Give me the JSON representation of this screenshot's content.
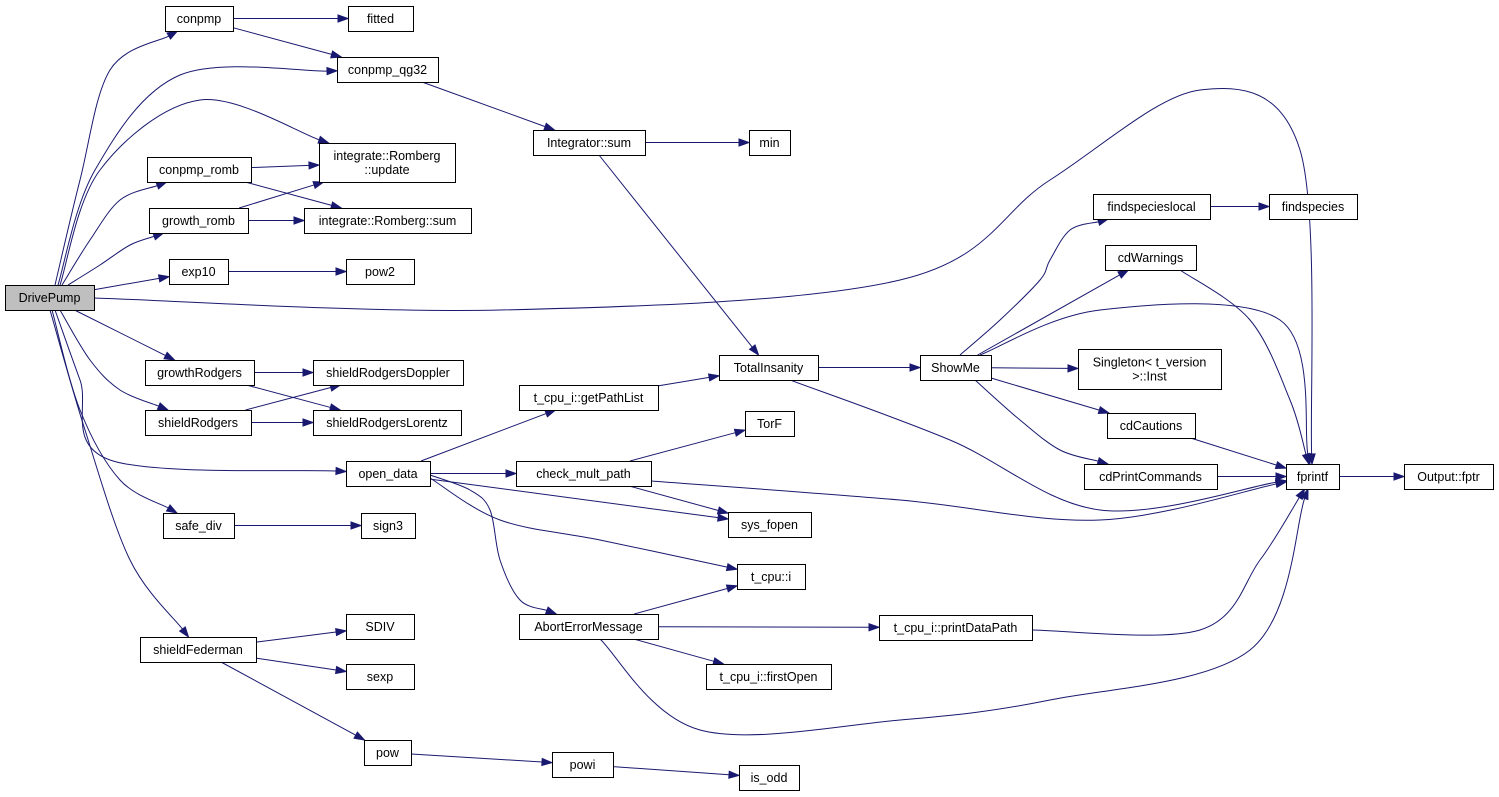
{
  "graph": {
    "nodes": [
      {
        "id": "DrivePump",
        "lines": [
          "DrivePump"
        ],
        "root": true
      },
      {
        "id": "conpmp",
        "lines": [
          "conpmp"
        ]
      },
      {
        "id": "fitted",
        "lines": [
          "fitted"
        ]
      },
      {
        "id": "conpmp_qg32",
        "lines": [
          "conpmp_qg32"
        ]
      },
      {
        "id": "integrate_Romberg_update",
        "lines": [
          "integrate::Romberg",
          "::update"
        ]
      },
      {
        "id": "conpmp_romb",
        "lines": [
          "conpmp_romb"
        ]
      },
      {
        "id": "growth_romb",
        "lines": [
          "growth_romb"
        ]
      },
      {
        "id": "integrate_Romberg_sum",
        "lines": [
          "integrate::Romberg::sum"
        ]
      },
      {
        "id": "exp10",
        "lines": [
          "exp10"
        ]
      },
      {
        "id": "pow2",
        "lines": [
          "pow2"
        ]
      },
      {
        "id": "growthRodgers",
        "lines": [
          "growthRodgers"
        ]
      },
      {
        "id": "shieldRodgersDoppler",
        "lines": [
          "shieldRodgersDoppler"
        ]
      },
      {
        "id": "shieldRodgers",
        "lines": [
          "shieldRodgers"
        ]
      },
      {
        "id": "shieldRodgersLorentz",
        "lines": [
          "shieldRodgersLorentz"
        ]
      },
      {
        "id": "open_data",
        "lines": [
          "open_data"
        ]
      },
      {
        "id": "safe_div",
        "lines": [
          "safe_div"
        ]
      },
      {
        "id": "sign3",
        "lines": [
          "sign3"
        ]
      },
      {
        "id": "shieldFederman",
        "lines": [
          "shieldFederman"
        ]
      },
      {
        "id": "SDIV",
        "lines": [
          "SDIV"
        ]
      },
      {
        "id": "sexp",
        "lines": [
          "sexp"
        ]
      },
      {
        "id": "pow",
        "lines": [
          "pow"
        ]
      },
      {
        "id": "powi",
        "lines": [
          "powi"
        ]
      },
      {
        "id": "is_odd",
        "lines": [
          "is_odd"
        ]
      },
      {
        "id": "Integrator_sum",
        "lines": [
          "Integrator::sum"
        ]
      },
      {
        "id": "min",
        "lines": [
          "min"
        ]
      },
      {
        "id": "TotalInsanity",
        "lines": [
          "TotalInsanity"
        ]
      },
      {
        "id": "t_cpu_i_getPathList",
        "lines": [
          "t_cpu_i::getPathList"
        ]
      },
      {
        "id": "check_mult_path",
        "lines": [
          "check_mult_path"
        ]
      },
      {
        "id": "TorF",
        "lines": [
          "TorF"
        ]
      },
      {
        "id": "sys_fopen",
        "lines": [
          "sys_fopen"
        ]
      },
      {
        "id": "t_cpu_i",
        "lines": [
          "t_cpu::i"
        ]
      },
      {
        "id": "AbortErrorMessage",
        "lines": [
          "AbortErrorMessage"
        ]
      },
      {
        "id": "t_cpu_i_printDataPath",
        "lines": [
          "t_cpu_i::printDataPath"
        ]
      },
      {
        "id": "t_cpu_i_firstOpen",
        "lines": [
          "t_cpu_i::firstOpen"
        ]
      },
      {
        "id": "ShowMe",
        "lines": [
          "ShowMe"
        ]
      },
      {
        "id": "findspecieslocal",
        "lines": [
          "findspecieslocal"
        ]
      },
      {
        "id": "findspecies",
        "lines": [
          "findspecies"
        ]
      },
      {
        "id": "cdWarnings",
        "lines": [
          "cdWarnings"
        ]
      },
      {
        "id": "Singleton_Inst",
        "lines": [
          "Singleton< t_version",
          ">::Inst"
        ]
      },
      {
        "id": "cdCautions",
        "lines": [
          "cdCautions"
        ]
      },
      {
        "id": "cdPrintCommands",
        "lines": [
          "cdPrintCommands"
        ]
      },
      {
        "id": "fprintf",
        "lines": [
          "fprintf"
        ]
      },
      {
        "id": "Output_fptr",
        "lines": [
          "Output::fptr"
        ]
      }
    ],
    "edges": [
      {
        "from": "DrivePump",
        "to": "conpmp"
      },
      {
        "from": "DrivePump",
        "to": "conpmp_qg32"
      },
      {
        "from": "DrivePump",
        "to": "integrate_Romberg_update"
      },
      {
        "from": "DrivePump",
        "to": "conpmp_romb"
      },
      {
        "from": "DrivePump",
        "to": "growth_romb"
      },
      {
        "from": "DrivePump",
        "to": "exp10"
      },
      {
        "from": "DrivePump",
        "to": "fprintf"
      },
      {
        "from": "DrivePump",
        "to": "growthRodgers"
      },
      {
        "from": "DrivePump",
        "to": "shieldRodgers"
      },
      {
        "from": "DrivePump",
        "to": "open_data"
      },
      {
        "from": "DrivePump",
        "to": "safe_div"
      },
      {
        "from": "DrivePump",
        "to": "shieldFederman"
      },
      {
        "from": "conpmp",
        "to": "fitted"
      },
      {
        "from": "conpmp",
        "to": "conpmp_qg32"
      },
      {
        "from": "conpmp_qg32",
        "to": "Integrator_sum"
      },
      {
        "from": "conpmp_romb",
        "to": "integrate_Romberg_update"
      },
      {
        "from": "conpmp_romb",
        "to": "integrate_Romberg_sum"
      },
      {
        "from": "growth_romb",
        "to": "integrate_Romberg_update"
      },
      {
        "from": "growth_romb",
        "to": "integrate_Romberg_sum"
      },
      {
        "from": "exp10",
        "to": "pow2"
      },
      {
        "from": "growthRodgers",
        "to": "shieldRodgersDoppler"
      },
      {
        "from": "growthRodgers",
        "to": "shieldRodgersLorentz"
      },
      {
        "from": "shieldRodgers",
        "to": "shieldRodgersDoppler"
      },
      {
        "from": "shieldRodgers",
        "to": "shieldRodgersLorentz"
      },
      {
        "from": "safe_div",
        "to": "sign3"
      },
      {
        "from": "shieldFederman",
        "to": "SDIV"
      },
      {
        "from": "shieldFederman",
        "to": "sexp"
      },
      {
        "from": "shieldFederman",
        "to": "pow"
      },
      {
        "from": "pow",
        "to": "powi"
      },
      {
        "from": "powi",
        "to": "is_odd"
      },
      {
        "from": "Integrator_sum",
        "to": "min"
      },
      {
        "from": "Integrator_sum",
        "to": "TotalInsanity"
      },
      {
        "from": "open_data",
        "to": "t_cpu_i_getPathList"
      },
      {
        "from": "open_data",
        "to": "check_mult_path"
      },
      {
        "from": "open_data",
        "to": "sys_fopen"
      },
      {
        "from": "open_data",
        "to": "t_cpu_i"
      },
      {
        "from": "open_data",
        "to": "AbortErrorMessage"
      },
      {
        "from": "t_cpu_i_getPathList",
        "to": "TotalInsanity"
      },
      {
        "from": "check_mult_path",
        "to": "TorF"
      },
      {
        "from": "check_mult_path",
        "to": "sys_fopen"
      },
      {
        "from": "check_mult_path",
        "to": "fprintf"
      },
      {
        "from": "AbortErrorMessage",
        "to": "t_cpu_i"
      },
      {
        "from": "AbortErrorMessage",
        "to": "t_cpu_i_printDataPath"
      },
      {
        "from": "AbortErrorMessage",
        "to": "t_cpu_i_firstOpen"
      },
      {
        "from": "AbortErrorMessage",
        "to": "fprintf"
      },
      {
        "from": "t_cpu_i_printDataPath",
        "to": "fprintf"
      },
      {
        "from": "TotalInsanity",
        "to": "ShowMe"
      },
      {
        "from": "TotalInsanity",
        "to": "fprintf"
      },
      {
        "from": "ShowMe",
        "to": "findspecieslocal"
      },
      {
        "from": "ShowMe",
        "to": "cdWarnings"
      },
      {
        "from": "ShowMe",
        "to": "Singleton_Inst"
      },
      {
        "from": "ShowMe",
        "to": "cdCautions"
      },
      {
        "from": "ShowMe",
        "to": "cdPrintCommands"
      },
      {
        "from": "ShowMe",
        "to": "fprintf"
      },
      {
        "from": "findspecieslocal",
        "to": "findspecies"
      },
      {
        "from": "cdWarnings",
        "to": "fprintf"
      },
      {
        "from": "cdCautions",
        "to": "fprintf"
      },
      {
        "from": "cdPrintCommands",
        "to": "fprintf"
      },
      {
        "from": "fprintf",
        "to": "Output_fptr"
      }
    ],
    "colors": {
      "edge": "#191970",
      "root_fill": "#bfbfbf",
      "node_fill": "#ffffff",
      "node_border": "#000000"
    }
  }
}
